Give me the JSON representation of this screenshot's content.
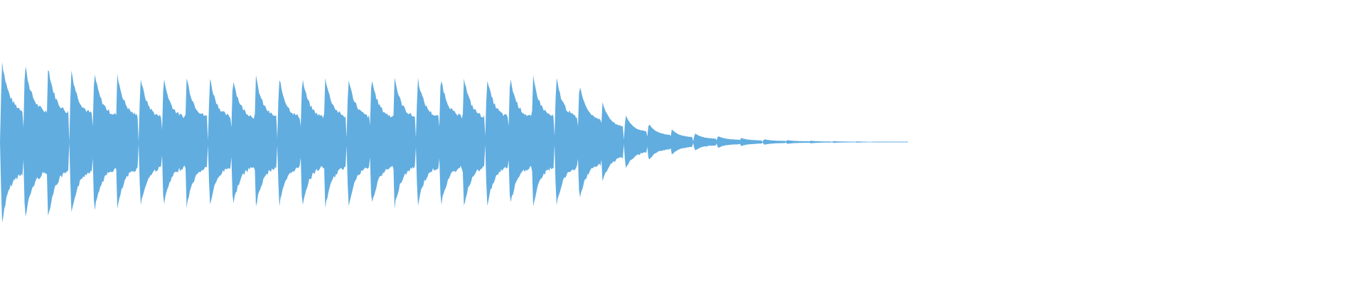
{
  "waveform": {
    "color": "#61ade0",
    "background": "#ffffff",
    "pulse_count": 39,
    "sustained_pulses": 25,
    "peak_amplitude": 0.58,
    "sustain_amplitude": 0.46,
    "decay": "exponential",
    "audible_fraction_of_width": 0.66
  }
}
